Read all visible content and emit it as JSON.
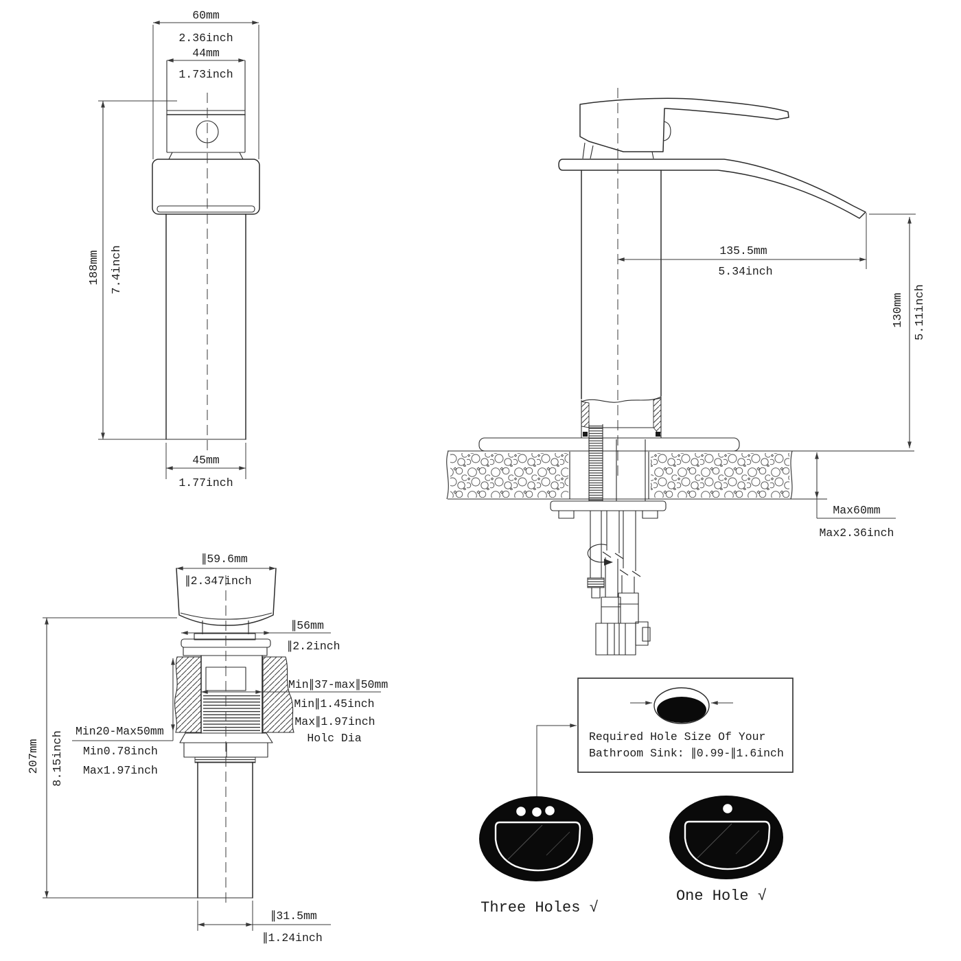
{
  "front_view": {
    "width_top": {
      "mm": "60mm",
      "inch": "2.36inch"
    },
    "width_body": {
      "mm": "44mm",
      "inch": "1.73inch"
    },
    "height": {
      "mm": "188mm",
      "inch": "7.4inch"
    },
    "width_base": {
      "mm": "45mm",
      "inch": "1.77inch"
    }
  },
  "side_view": {
    "spout_reach": {
      "mm": "135.5mm",
      "inch": "5.34inch"
    },
    "spout_height": {
      "mm": "130mm",
      "inch": "5.11inch"
    },
    "counter_thickness": {
      "mm": "Max60mm",
      "inch": "Max2.36inch"
    }
  },
  "drain_view": {
    "cap_diameter": {
      "mm": "∥59.6mm",
      "inch": "∥2.347inch"
    },
    "flange_diameter": {
      "mm": "∥56mm",
      "inch": "∥2.2inch"
    },
    "hole_diameter": {
      "mm": "Min∥37-max∥50mm",
      "inch_min": "Min∥1.45inch",
      "inch_max": "Max∥1.97inch",
      "label": "Holc Dia"
    },
    "deck_thickness": {
      "mm": "Min20-Max50mm",
      "inch_min": "Min0.78inch",
      "inch_max": "Max1.97inch"
    },
    "total_height": {
      "mm": "207mm",
      "inch": "8.15inch"
    },
    "tailpipe_diameter": {
      "mm": "∥31.5mm",
      "inch": "∥1.24inch"
    }
  },
  "hole_requirements": {
    "note_line1": "Required Hole Size Of Your",
    "note_line2": "Bathroom Sink: ∥0.99-∥1.6inch",
    "three_holes_label": "Three Holes √",
    "one_hole_label": "One Hole  √"
  },
  "colors": {
    "line": "#2b2b2b",
    "dim_line": "#3a3a3a",
    "background": "#ffffff",
    "sink_fill": "#0a0a0a"
  }
}
